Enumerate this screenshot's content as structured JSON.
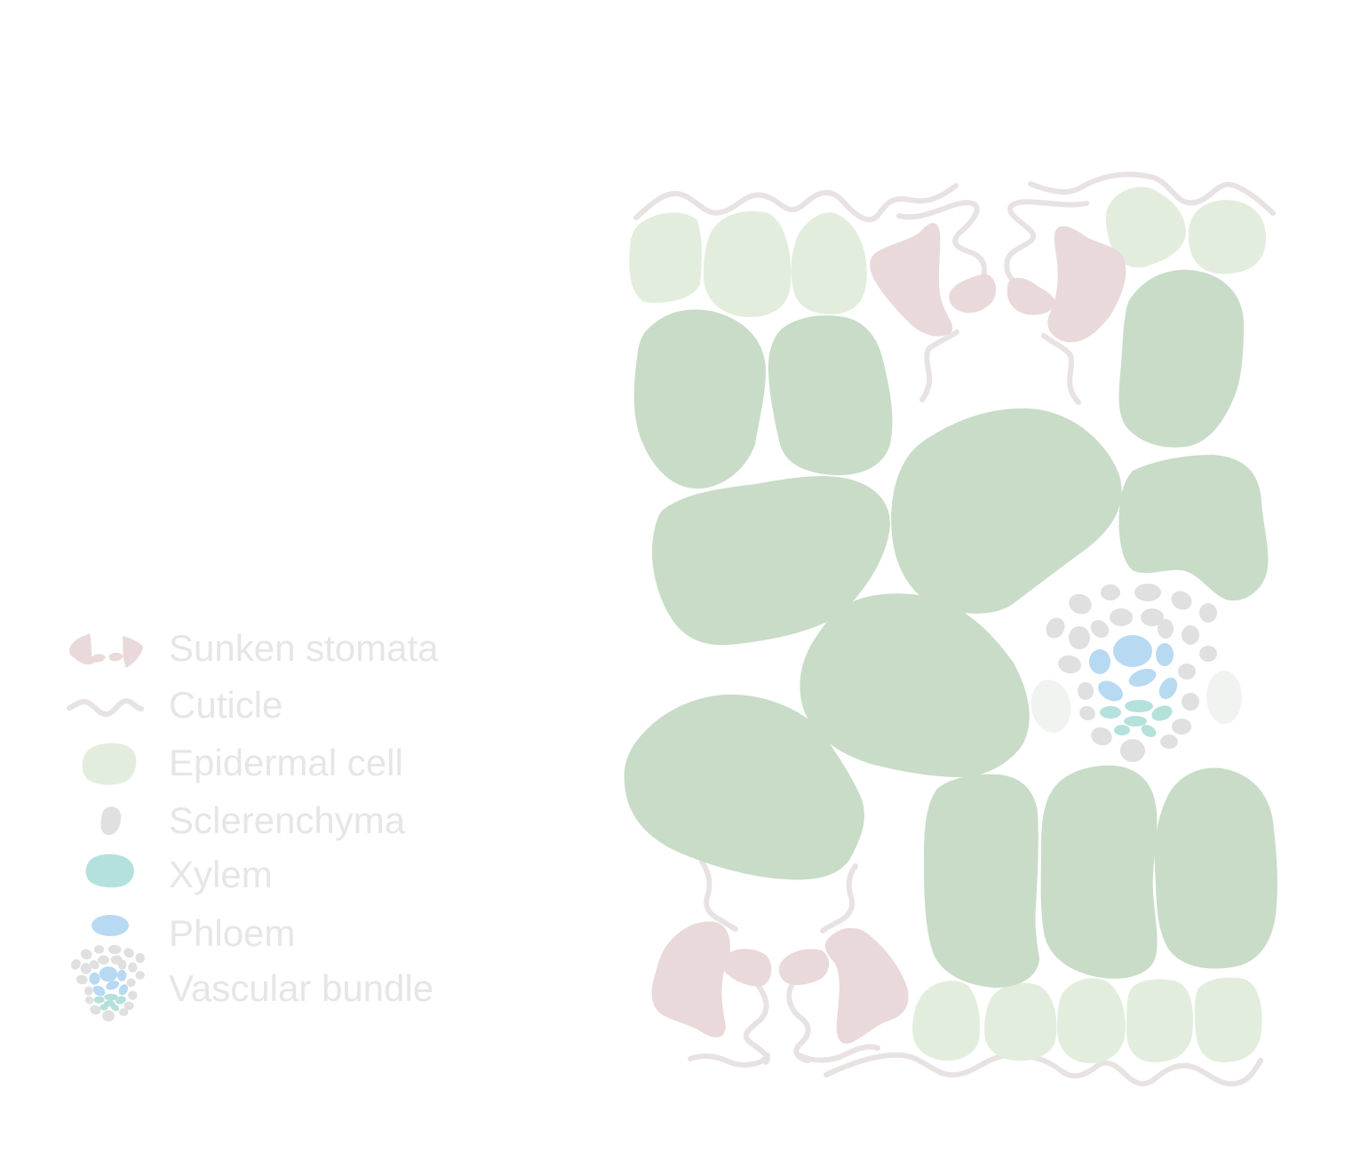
{
  "legend": {
    "items": [
      {
        "key": "stomata",
        "label": "Sunken stomata"
      },
      {
        "key": "cuticle",
        "label": "Cuticle"
      },
      {
        "key": "epidermal",
        "label": "Epidermal cell"
      },
      {
        "key": "sclerenchyma",
        "label": "Sclerenchyma"
      },
      {
        "key": "xylem",
        "label": "Xylem"
      },
      {
        "key": "phloem",
        "label": "Phloem"
      },
      {
        "key": "vascular",
        "label": "Vascular bundle"
      }
    ]
  },
  "colors": {
    "mesophyll": "#c8dcc8",
    "epidermal": "#e3eddd",
    "stomata": "#e9d9da",
    "cuticle": "#e8e2e3",
    "sclerenchyma": "#e0e0e0",
    "sclerenchyma_light": "#f1f3f1",
    "xylem": "#b5e1dc",
    "phloem": "#b8d9f2",
    "legend_text": "#e7e5e6"
  }
}
